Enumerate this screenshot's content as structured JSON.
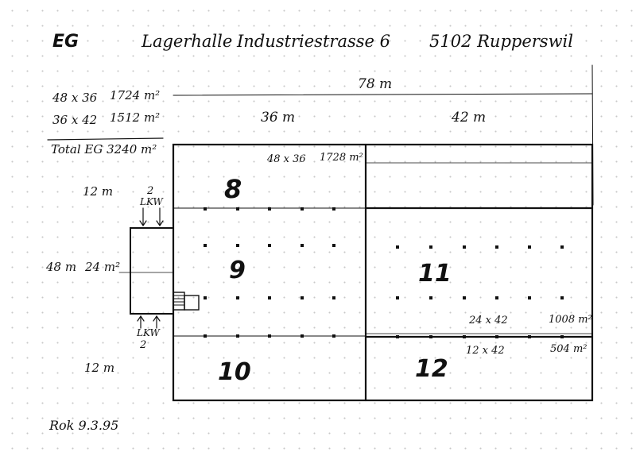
{
  "header": {
    "floor": "EG",
    "building": "Lagerhalle",
    "street": "Industriestrasse 6",
    "town": "5102 Rupperswil"
  },
  "areas": {
    "row1_dims": "48 x 36",
    "row1_area": "1724 m²",
    "row2_dims": "36 x 42",
    "row2_area": "1512 m²",
    "total": "Total EG 3240 m²"
  },
  "dimensions": {
    "overall_width": "78 m",
    "left_width": "36 m",
    "right_width": "42 m",
    "top_height": "12 m",
    "middle_height": "48 m",
    "middle_height_alt": "24 m²",
    "bottom_height": "12 m",
    "hall_8_9_area_dims": "48 x 36",
    "hall_8_9_area": "1728 m²",
    "hall_11_dims": "24 x 42",
    "hall_11_area": "1008 m²",
    "hall_12_dims": "12 x 42",
    "hall_12_area": "504 m²"
  },
  "halls": {
    "h8": "8",
    "h9": "9",
    "h10": "10",
    "h11": "11",
    "h12": "12"
  },
  "docks": {
    "top_count": "2",
    "top_label": "LKW",
    "bottom_label": "LKW",
    "bottom_count": "2"
  },
  "footer": {
    "signature": "Rok 9.3.95"
  }
}
